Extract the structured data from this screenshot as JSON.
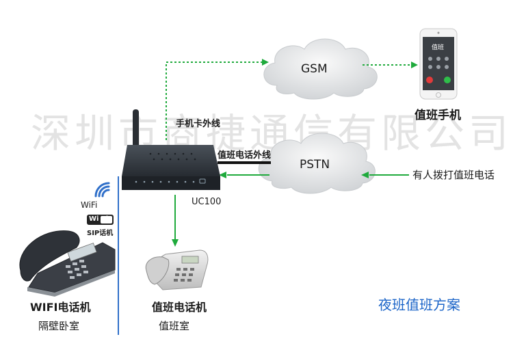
{
  "watermark": "深圳市商捷通信有限公司",
  "nodes": {
    "gsm": "GSM",
    "pstn": "PSTN",
    "device": "UC100",
    "duty_phone_label": "值班手机",
    "duty_phone_screen": "值班",
    "desk_phone_label": "值班电话机",
    "desk_phone_room": "值班室",
    "wifi_phone_label": "WIFI电话机",
    "wifi_phone_room": "隔壁卧室",
    "wifi_text": "WiFi",
    "wifi_badge": "Wi Fi",
    "sip_badge": "SIP话机"
  },
  "links": {
    "sim_line": "手机卡外线",
    "duty_line": "值班电话外线",
    "caller": "有人拨打值班电话"
  },
  "title": "夜班值班方案",
  "colors": {
    "arrow_green": "#1faa3c",
    "title_blue": "#1b64c8",
    "divider_blue": "#2f6fc9",
    "cloud": "#e6e8ea",
    "router": "#2b3038"
  }
}
